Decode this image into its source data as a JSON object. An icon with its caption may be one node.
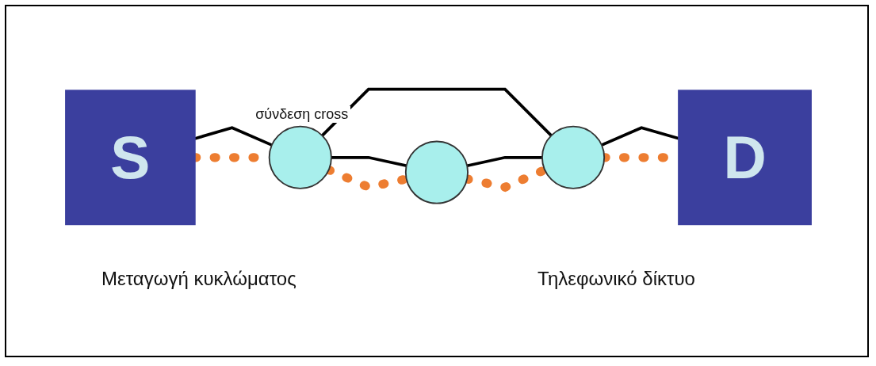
{
  "diagram": {
    "nodes": [
      {
        "text": [
          "S"
        ]
      },
      {
        "text": [],
        "shape": "circle",
        "beside": [
          "σύνδεση cross"
        ]
      },
      {
        "text": [],
        "shape": "circle"
      },
      {
        "text": [],
        "shape": "circle"
      },
      {
        "text": [
          "D"
        ]
      }
    ],
    "edges": [
      {
        "from": 0,
        "to": 1,
        "arrow": "none"
      },
      {
        "from": 1,
        "to": 3,
        "arrow": "none"
      },
      {
        "from": 3,
        "to": 4,
        "arrow": "none"
      },
      {
        "from": 1,
        "to": 2,
        "arrow": "none"
      },
      {
        "from": 2,
        "to": 3,
        "arrow": "none"
      },
      {
        "from": 0,
        "to": 1,
        "arrow": "none",
        "style": "dashed",
        "color": "#ed7d31"
      },
      {
        "from": 1,
        "to": 2,
        "arrow": "none",
        "style": "dashed",
        "color": "#ed7d31"
      },
      {
        "from": 2,
        "to": 3,
        "arrow": "none",
        "style": "dashed",
        "color": "#ed7d31"
      },
      {
        "from": 3,
        "to": 4,
        "arrow": "none",
        "style": "dashed",
        "color": "#ed7d31"
      }
    ],
    "labels": [
      "Μεταγωγή κυκλώματος",
      "Τηλεφωνικό δίκτυο"
    ]
  }
}
